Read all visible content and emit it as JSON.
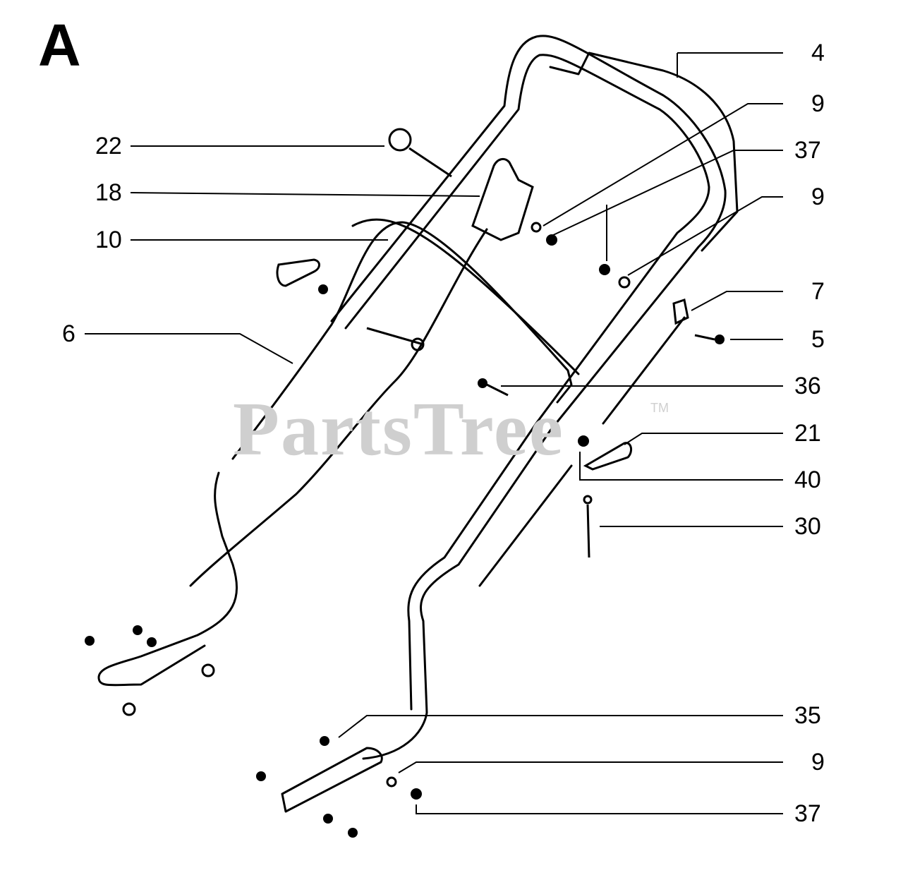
{
  "diagram": {
    "section_letter": "A",
    "watermark": "PartsTree",
    "watermark_mark": "TM",
    "callouts": [
      {
        "id": "c4",
        "label": "4"
      },
      {
        "id": "c9a",
        "label": "9"
      },
      {
        "id": "c37a",
        "label": "37"
      },
      {
        "id": "c9b",
        "label": "9"
      },
      {
        "id": "c22",
        "label": "22"
      },
      {
        "id": "c18",
        "label": "18"
      },
      {
        "id": "c10",
        "label": "10"
      },
      {
        "id": "c7",
        "label": "7"
      },
      {
        "id": "c5",
        "label": "5"
      },
      {
        "id": "c6",
        "label": "6"
      },
      {
        "id": "c36",
        "label": "36"
      },
      {
        "id": "c21",
        "label": "21"
      },
      {
        "id": "c40",
        "label": "40"
      },
      {
        "id": "c30",
        "label": "30"
      },
      {
        "id": "c35",
        "label": "35"
      },
      {
        "id": "c9c",
        "label": "9"
      },
      {
        "id": "c37b",
        "label": "37"
      }
    ]
  },
  "colors": {
    "line": "#000000",
    "watermark": "#cfcfcf",
    "background": "#ffffff"
  }
}
